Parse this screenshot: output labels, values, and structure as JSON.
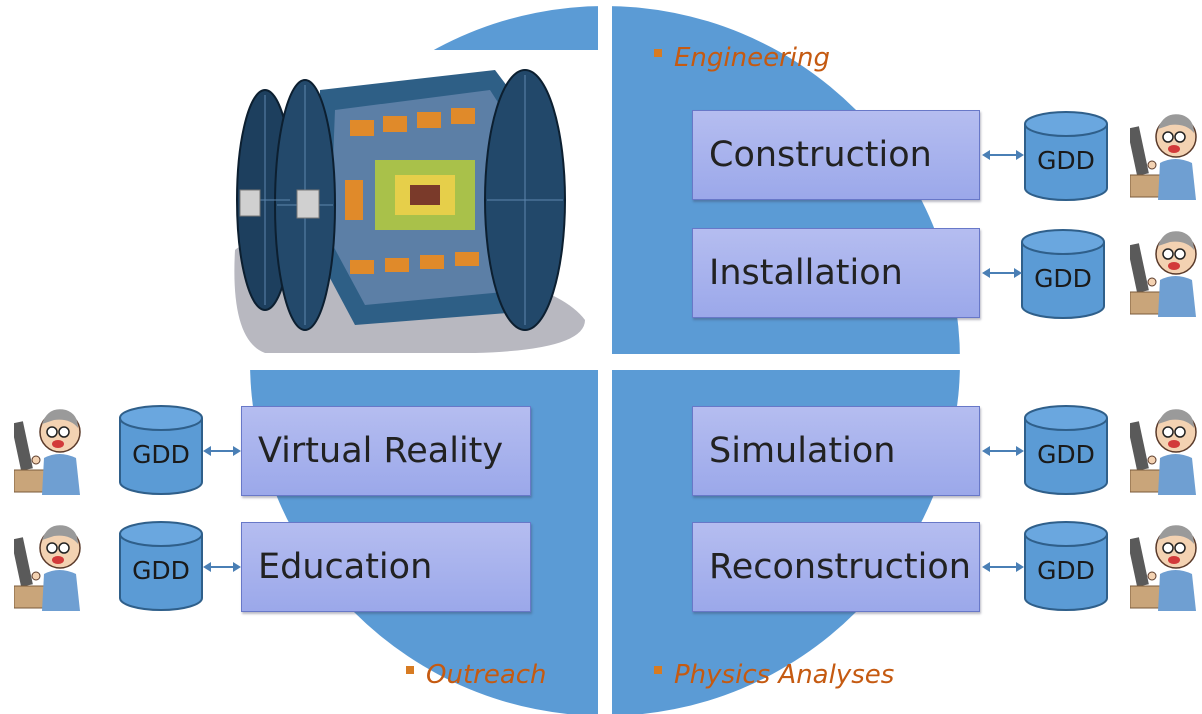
{
  "quadrants": {
    "engineering": {
      "label": "Engineering",
      "items": [
        "Construction",
        "Installation"
      ]
    },
    "physics": {
      "label": "Physics Analyses",
      "items": [
        "Simulation",
        "Reconstruction"
      ]
    },
    "outreach": {
      "label": "Outreach",
      "items": [
        "Virtual Reality",
        "Education"
      ]
    }
  },
  "db_label": "GDD",
  "colors": {
    "disc": "#5b9bd5",
    "box": "#a5b1ee",
    "label": "#c55a11"
  },
  "icons": [
    "detector-image",
    "database-icon",
    "person-at-computer-icon",
    "double-arrow-icon"
  ]
}
